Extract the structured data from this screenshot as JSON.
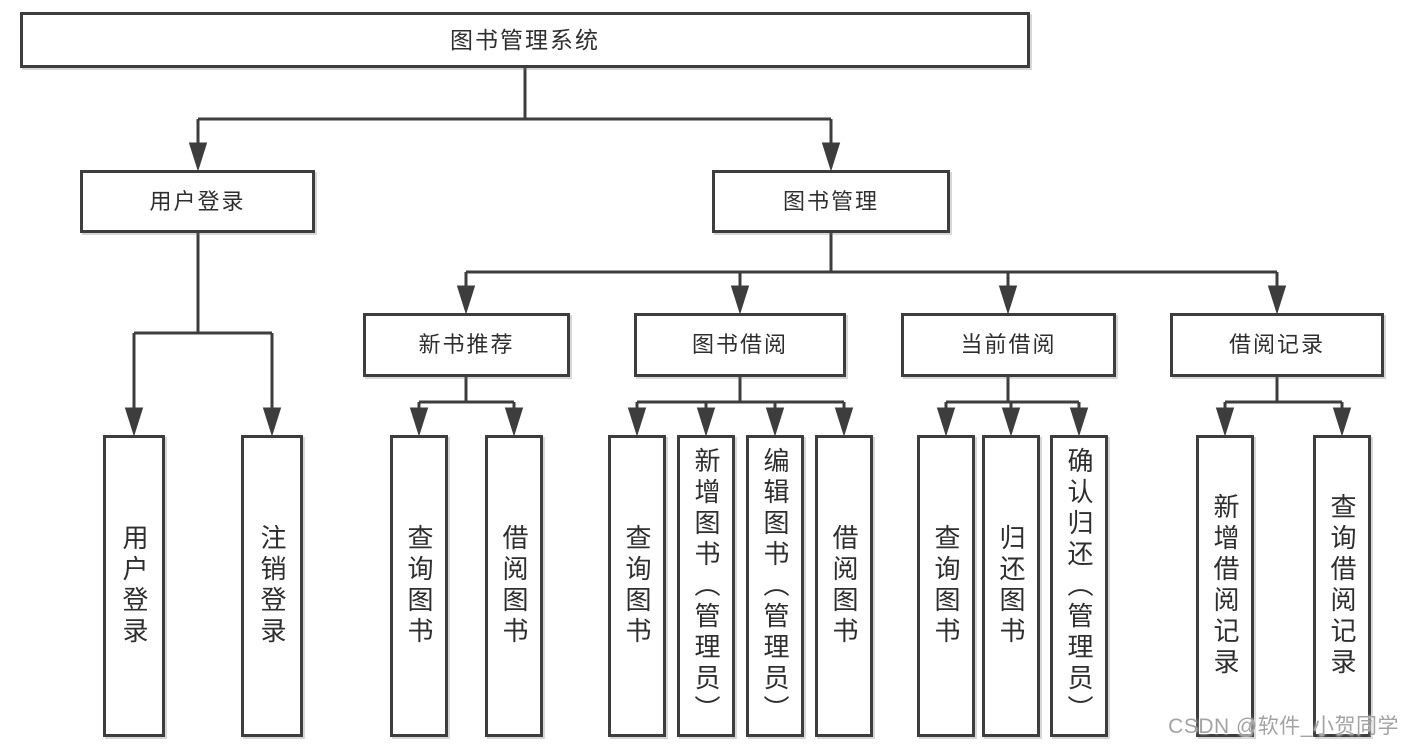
{
  "diagram_title": "图书管理系统",
  "nodes": {
    "root": {
      "label": "图书管理系统"
    },
    "user_login": {
      "label": "用户登录"
    },
    "book_management": {
      "label": "图书管理"
    },
    "new_book_recommend": {
      "label": "新书推荐"
    },
    "book_borrowing": {
      "label": "图书借阅"
    },
    "current_borrowing": {
      "label": "当前借阅"
    },
    "borrowing_records": {
      "label": "借阅记录"
    },
    "leaf_user_login": {
      "label": "用户登录"
    },
    "leaf_logout": {
      "label": "注销登录"
    },
    "leaf_query_books_recommend": {
      "label": "查询图书"
    },
    "leaf_borrow_books_recommend": {
      "label": "借阅图书"
    },
    "leaf_query_books_borrowing": {
      "label": "查询图书"
    },
    "leaf_add_books_admin": {
      "label": "新增图书（管理员）"
    },
    "leaf_edit_books_admin": {
      "label": "编辑图书（管理员）"
    },
    "leaf_borrow_books_borrowing": {
      "label": "借阅图书"
    },
    "leaf_query_books_current": {
      "label": "查询图书"
    },
    "leaf_return_books": {
      "label": "归还图书"
    },
    "leaf_confirm_return_admin": {
      "label": "确认归还（管理员）"
    },
    "leaf_add_borrow_record": {
      "label": "新增借阅记录"
    },
    "leaf_query_borrow_record": {
      "label": "查询借阅记录"
    }
  },
  "edges": [
    {
      "from": "root",
      "to": "user_login"
    },
    {
      "from": "root",
      "to": "book_management"
    },
    {
      "from": "user_login",
      "to": "leaf_user_login"
    },
    {
      "from": "user_login",
      "to": "leaf_logout"
    },
    {
      "from": "book_management",
      "to": "new_book_recommend"
    },
    {
      "from": "book_management",
      "to": "book_borrowing"
    },
    {
      "from": "book_management",
      "to": "current_borrowing"
    },
    {
      "from": "book_management",
      "to": "borrowing_records"
    },
    {
      "from": "new_book_recommend",
      "to": "leaf_query_books_recommend"
    },
    {
      "from": "new_book_recommend",
      "to": "leaf_borrow_books_recommend"
    },
    {
      "from": "book_borrowing",
      "to": "leaf_query_books_borrowing"
    },
    {
      "from": "book_borrowing",
      "to": "leaf_add_books_admin"
    },
    {
      "from": "book_borrowing",
      "to": "leaf_edit_books_admin"
    },
    {
      "from": "book_borrowing",
      "to": "leaf_borrow_books_borrowing"
    },
    {
      "from": "current_borrowing",
      "to": "leaf_query_books_current"
    },
    {
      "from": "current_borrowing",
      "to": "leaf_return_books"
    },
    {
      "from": "current_borrowing",
      "to": "leaf_confirm_return_admin"
    },
    {
      "from": "borrowing_records",
      "to": "leaf_add_borrow_record"
    },
    {
      "from": "borrowing_records",
      "to": "leaf_query_borrow_record"
    }
  ],
  "watermark": {
    "text": "CSDN @软件_小贺同学"
  },
  "colors": {
    "line": "#3d3d3d",
    "box_border": "#3d3d3d",
    "text": "#2e2e2e",
    "background": "#ffffff",
    "watermark": "#a3a3a3"
  }
}
